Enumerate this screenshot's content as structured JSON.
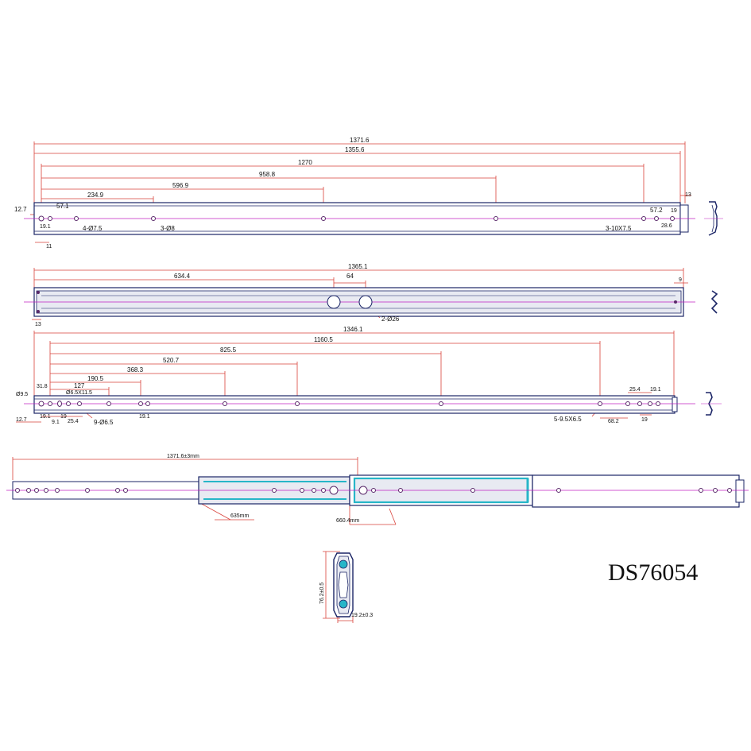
{
  "model_code": "DS76054",
  "colors": {
    "dimension": "#d9423a",
    "outline": "#1b2566",
    "centerline": "#c020c0",
    "cyan": "#27b6c8",
    "fill": "#e8eaf2",
    "hole": "#5a2a6a"
  },
  "view1": {
    "dims": [
      "1371.6",
      "1355.6",
      "1270",
      "958.8",
      "596.9",
      "234.9",
      "57.1",
      "12.7",
      "19.1",
      "11",
      "13",
      "57.2",
      "19",
      "28.6"
    ],
    "callouts": [
      "4-Ø7.5",
      "3-Ø8",
      "3-10X7.5"
    ]
  },
  "view2": {
    "dims": [
      "1365.1",
      "634.4",
      "64",
      "9",
      "13"
    ],
    "callouts": [
      "2-Ø26"
    ]
  },
  "view3": {
    "dims": [
      "1346.1",
      "1160.5",
      "825.5",
      "520.7",
      "368.3",
      "190.5",
      "127",
      "31.8",
      "Ø9.5",
      "Ø6.5X11.5",
      "12.7",
      "19.1",
      "9.1",
      "19",
      "25.4",
      "19.1",
      "25.4",
      "19.1",
      "68.2",
      "19"
    ],
    "callouts": [
      "9-Ø6.5",
      "5-9.5X6.5"
    ]
  },
  "view4": {
    "dims": [
      "1371.6±3mm",
      "635mm",
      "660.4mm"
    ]
  },
  "profile": {
    "dims": [
      "76.2±0.5",
      "19.2±0.3"
    ]
  }
}
